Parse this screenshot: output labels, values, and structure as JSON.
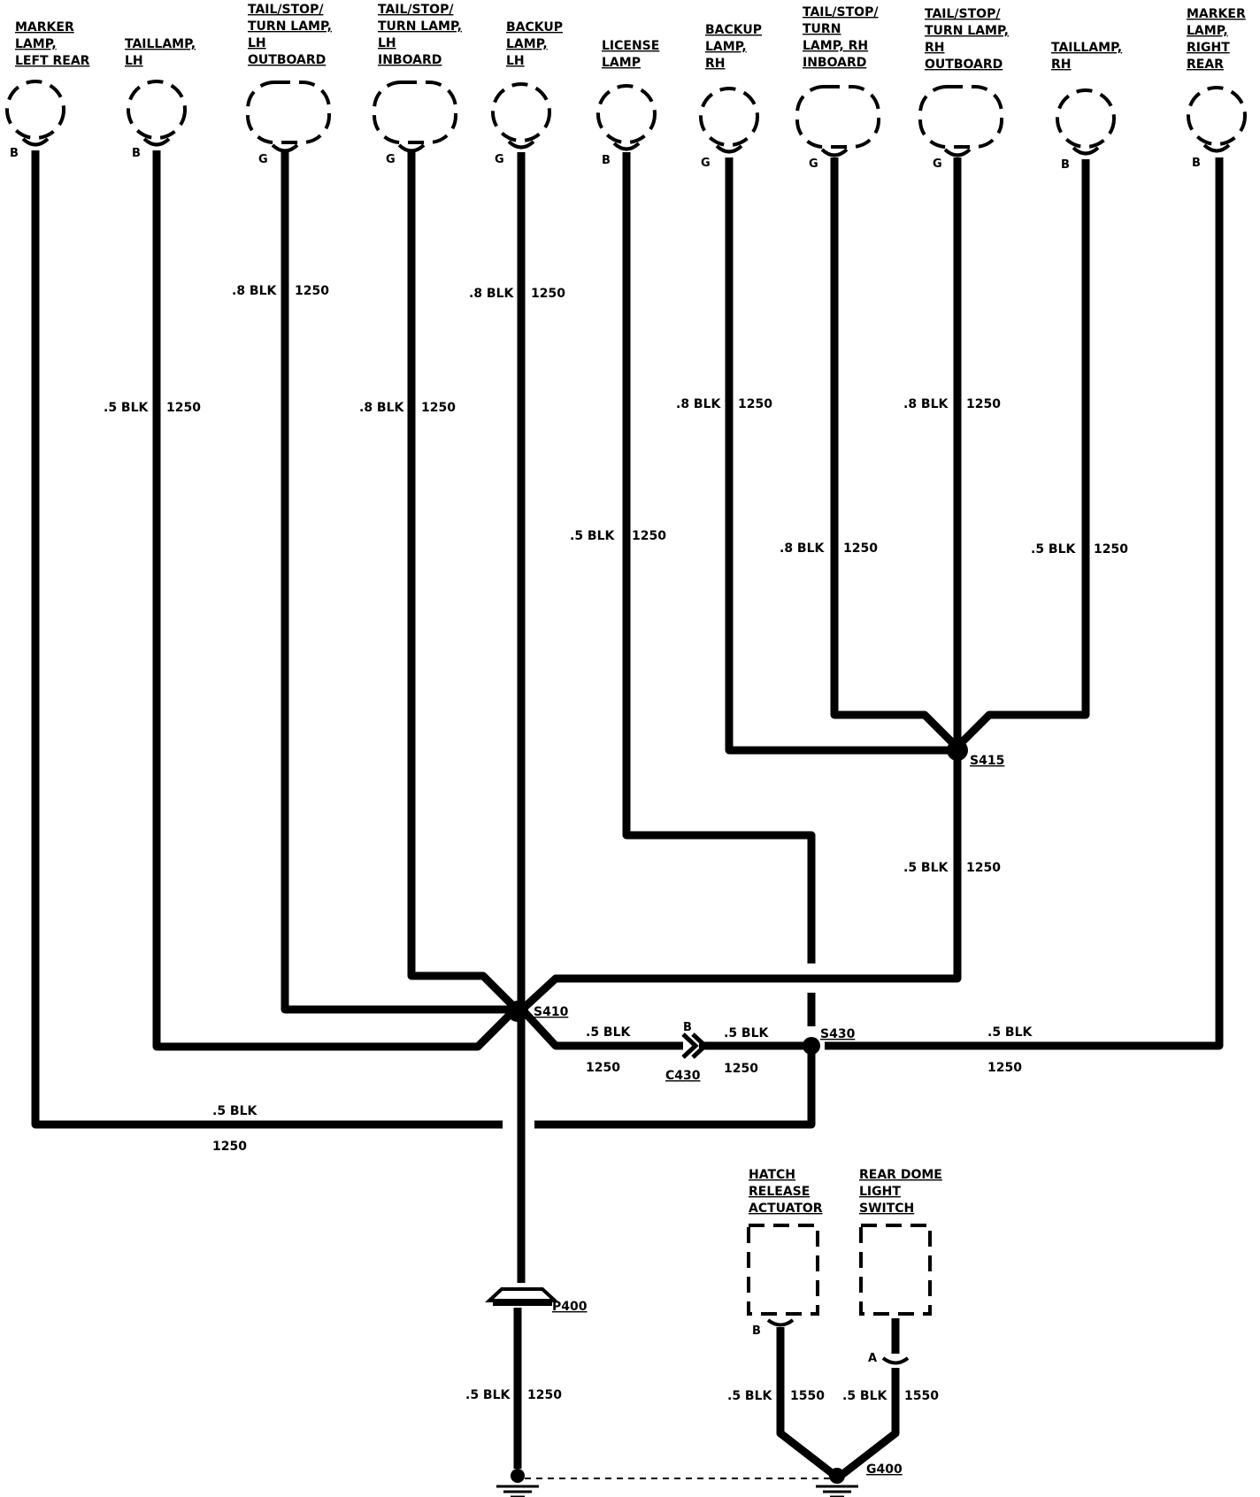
{
  "lamps": {
    "marker_lr": {
      "label": [
        "MARKER",
        "LAMP,",
        "LEFT REAR"
      ],
      "pin": "B"
    },
    "taillamp_lh": {
      "label": [
        "TAILLAMP,",
        "LH"
      ],
      "pin": "B"
    },
    "tst_lh_out": {
      "label": [
        "TAIL/STOP/",
        "TURN LAMP,",
        "LH",
        "OUTBOARD"
      ],
      "pin": "G"
    },
    "tst_lh_in": {
      "label": [
        "TAIL/STOP/",
        "TURN LAMP,",
        "LH",
        "INBOARD"
      ],
      "pin": "G"
    },
    "backup_lh": {
      "label": [
        "BACKUP",
        "LAMP,",
        "LH"
      ],
      "pin": "G"
    },
    "license": {
      "label": [
        "LICENSE",
        "LAMP"
      ],
      "pin": "B"
    },
    "backup_rh": {
      "label": [
        "BACKUP",
        "LAMP,",
        "RH"
      ],
      "pin": "G"
    },
    "tst_rh_in": {
      "label": [
        "TAIL/STOP/",
        "TURN",
        "LAMP, RH",
        "INBOARD"
      ],
      "pin": "G"
    },
    "tst_rh_out": {
      "label": [
        "TAIL/STOP/",
        "TURN LAMP,",
        "RH",
        "OUTBOARD"
      ],
      "pin": "G"
    },
    "taillamp_rh": {
      "label": [
        "TAILLAMP,",
        "RH"
      ],
      "pin": "B"
    },
    "marker_rr": {
      "label": [
        "MARKER",
        "LAMP,",
        "RIGHT",
        "REAR"
      ],
      "pin": "B"
    }
  },
  "wires": {
    "w_tst_lh_out": {
      "gauge": ".8 BLK",
      "circuit": "1250"
    },
    "w_backup_lh": {
      "gauge": ".8 BLK",
      "circuit": "1250"
    },
    "w_taillamp_lh": {
      "gauge": ".5 BLK",
      "circuit": "1250"
    },
    "w_tst_lh_in": {
      "gauge": ".8 BLK",
      "circuit": "1250"
    },
    "w_backup_rh": {
      "gauge": ".8 BLK",
      "circuit": "1250"
    },
    "w_tst_rh_out": {
      "gauge": ".8 BLK",
      "circuit": "1250"
    },
    "w_license": {
      "gauge": ".5 BLK",
      "circuit": "1250"
    },
    "w_tst_rh_in": {
      "gauge": ".8 BLK",
      "circuit": "1250"
    },
    "w_taillamp_rh": {
      "gauge": ".5 BLK",
      "circuit": "1250"
    },
    "w_s415_s410": {
      "gauge": ".5 BLK",
      "circuit": "1250"
    },
    "w_s410_c430": {
      "gauge": ".5 BLK",
      "circuit": "1250"
    },
    "w_c430_s430": {
      "gauge": ".5 BLK",
      "circuit": "1250"
    },
    "w_marker_rr": {
      "gauge": ".5 BLK",
      "circuit": "1250"
    },
    "w_marker_lr": {
      "gauge": ".5 BLK",
      "circuit": "1250"
    },
    "w_p400_ground": {
      "gauge": ".5 BLK",
      "circuit": "1250"
    },
    "w_hatch": {
      "gauge": ".5 BLK",
      "circuit": "1550"
    },
    "w_dome": {
      "gauge": ".5 BLK",
      "circuit": "1550"
    }
  },
  "nodes": {
    "s410": "S410",
    "s415": "S415",
    "s430": "S430",
    "c430": "C430",
    "c430_pin": "B",
    "p400": "P400",
    "g400": "G400"
  },
  "components": {
    "hatch": {
      "label": [
        "HATCH",
        "RELEASE",
        "ACTUATOR"
      ],
      "pin": "B"
    },
    "dome": {
      "label": [
        "REAR DOME",
        "LIGHT",
        "SWITCH"
      ],
      "pin": "A"
    }
  }
}
